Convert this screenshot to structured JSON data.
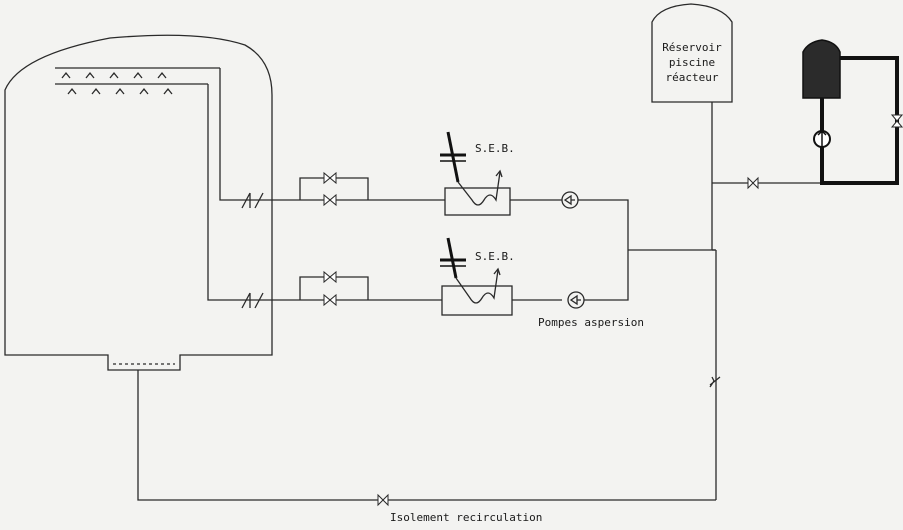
{
  "labels": {
    "seb_top": "S.E.B.",
    "seb_bottom": "S.E.B.",
    "reservoir_line1": "Réservoir",
    "reservoir_line2": "piscine",
    "reservoir_line3": "réacteur",
    "pumps": "Pompes aspersion",
    "isolation": "Isolement recirculation"
  },
  "colors": {
    "background": "#f3f3f1",
    "line": "#2a2a2a",
    "pool_tank_fill": "#2b2b2b"
  }
}
